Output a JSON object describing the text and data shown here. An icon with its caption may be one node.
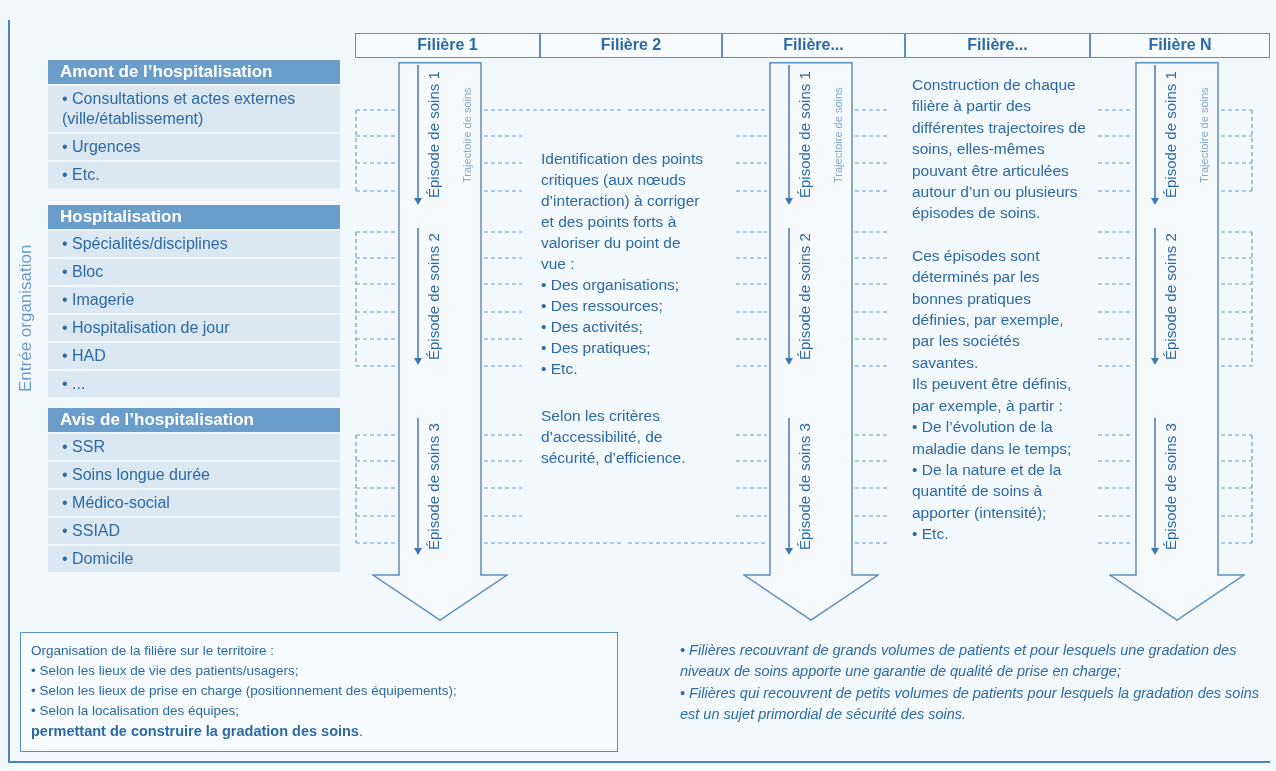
{
  "diagram": {
    "nodes": [
      {
        "text": [
          "Filière 1"
        ]
      },
      {
        "text": [
          "Filière 2"
        ]
      },
      {
        "text": [
          "Filière..."
        ]
      },
      {
        "text": [
          "Filière..."
        ]
      },
      {
        "text": [
          "Filière N"
        ]
      },
      {
        "text": [
          "Amont de l’hospitalisation"
        ]
      },
      {
        "text": [
          "• Consultations et actes externes (ville/établissement)"
        ],
        "in": 5
      },
      {
        "text": [
          "• Urgences"
        ],
        "in": 5
      },
      {
        "text": [
          "• Etc."
        ],
        "in": 5
      },
      {
        "text": [
          "Hospitalisation"
        ]
      },
      {
        "text": [
          "• Spécialités/disciplines"
        ],
        "in": 9
      },
      {
        "text": [
          "• Bloc"
        ],
        "in": 9
      },
      {
        "text": [
          "• Imagerie"
        ],
        "in": 9
      },
      {
        "text": [
          "• Hospitalisation de jour"
        ],
        "in": 9
      },
      {
        "text": [
          "• HAD"
        ],
        "in": 9
      },
      {
        "text": [
          "• ..."
        ],
        "in": 9
      },
      {
        "text": [
          "Avis de l’hospitalisation"
        ]
      },
      {
        "text": [
          "• SSR"
        ],
        "in": 16
      },
      {
        "text": [
          "• Soins longue durée"
        ],
        "in": 16
      },
      {
        "text": [
          "• Médico-social"
        ],
        "in": 16
      },
      {
        "text": [
          "• SSIAD"
        ],
        "in": 16
      },
      {
        "text": [
          "• Domicile"
        ],
        "in": 16
      },
      {
        "text": [
          "Trajectoire de soins",
          "Épisode de soins 1",
          "Épisode de soins 2",
          "Épisode de soins 3"
        ]
      },
      {
        "text": [
          "Trajectoire de soins",
          "Épisode de soins 1",
          "Épisode de soins 2",
          "Épisode de soins 3"
        ]
      },
      {
        "text": [
          "Trajectoire de soins",
          "Épisode de soins 1",
          "Épisode de soins 2",
          "Épisode de soins 3"
        ]
      },
      {
        "text": [
          "Organisation de la filière sur le territoire :",
          "• Selon les lieux de vie des patients/usagers;",
          "• Selon les lieux de prise en charge (positionnement des équipements);",
          "• Selon la localisation des équipes;",
          "**permettant de construire la gradation des soins**."
        ]
      }
    ],
    "edges": [],
    "labels": [
      "Entrée organisation",
      "Identification des points critiques (aux nœuds d’interaction) à corriger et des points forts à valoriser du point de vue :",
      "• Des organisations;",
      "• Des ressources;",
      "• Des activités;",
      "• Des pratiques;",
      "• Etc.",
      "Selon les critères d’accessibilité, de sécurité, d’efficience.",
      "Construction de chaque filière à partir des différentes trajectoires de soins, elles-mêmes pouvant être articulées autour d’un ou plusieurs épisodes de soins.",
      "Ces épisodes sont déterminés par les bonnes pratiques définies, par exemple, par les sociétés savantes.",
      "Ils peuvent être définis, par exemple, à partir :",
      "• De l’évolution de la maladie dans le temps;",
      "• De la nature et de la quantité de soins à apporter (intensité);",
      "• Etc.",
      "• Filières recouvrant de grands volumes de patients et pour lesquels une gradation des niveaux de soins apporte une garantie de qualité de prise en charge;",
      "• Filières qui recouvrent de petits volumes de patients pour lesquels la gradation des soins est un sujet primordial de sécurité des soins."
    ]
  }
}
